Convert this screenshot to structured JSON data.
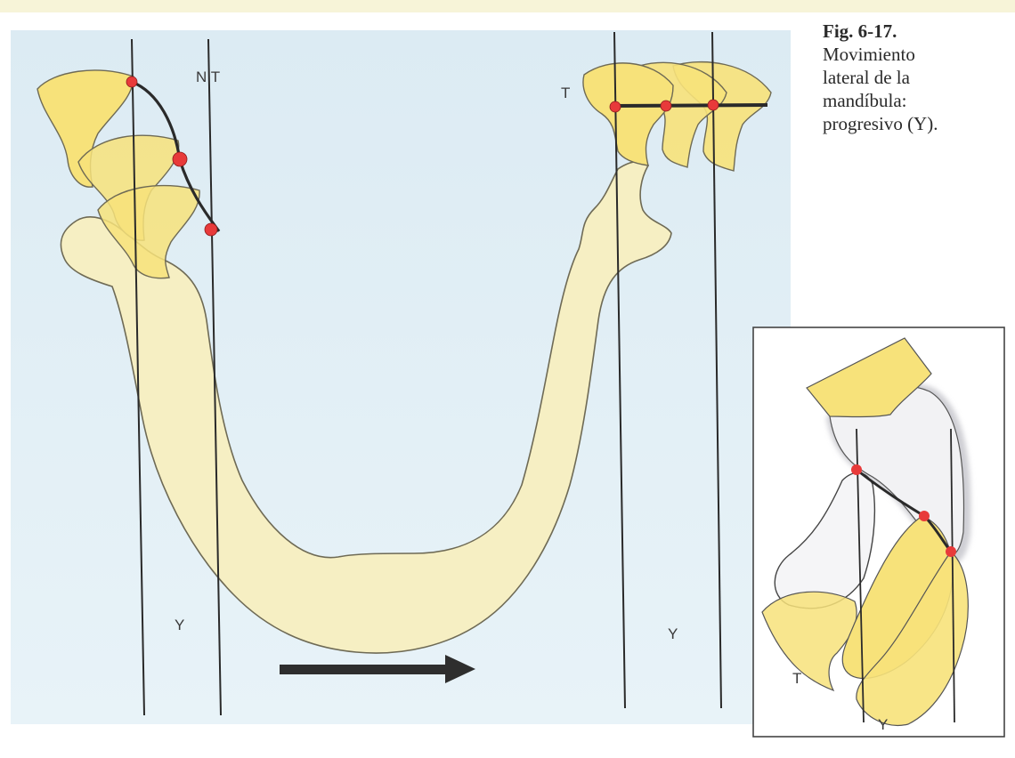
{
  "caption": {
    "title": "Fig. 6-17.",
    "lines": [
      "Movimiento",
      "lateral de la",
      "mandíbula:",
      "progresivo (Y)."
    ]
  },
  "labels": {
    "nt": "N T",
    "t_right": "T",
    "y_left": "Y",
    "y_right": "Y",
    "inset_t": "T",
    "inset_y": "Y"
  },
  "colors": {
    "background_blue": "#e2f0f6",
    "bone": "#f6efc3",
    "condyle": "#f7e27a",
    "contact_point": "#e83a3a",
    "arrow": "#2e2e2e",
    "line": "#2a2a2a"
  },
  "arrow_direction": "right"
}
